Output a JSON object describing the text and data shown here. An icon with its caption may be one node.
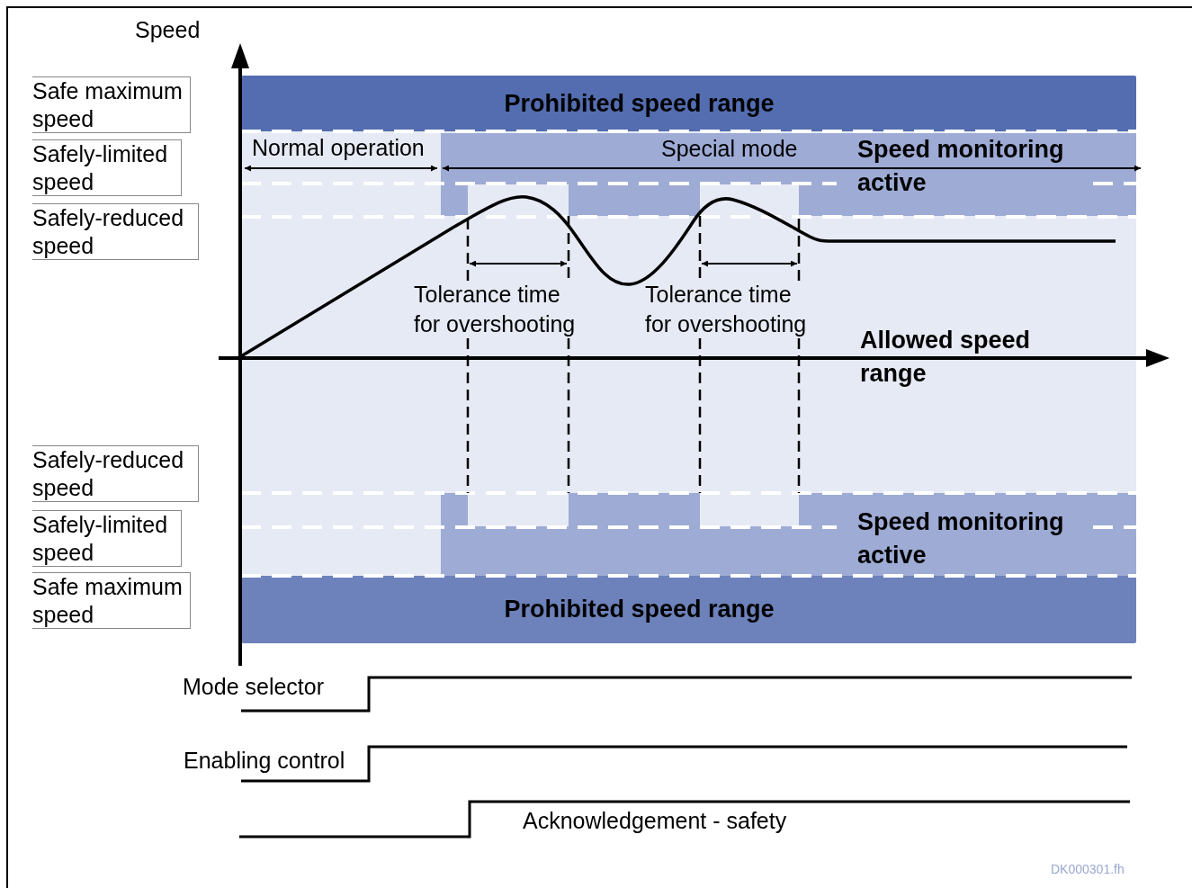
{
  "diagram": {
    "nodes": [
      {
        "text": [
          "Safe maximum speed"
        ]
      },
      {
        "text": [
          "Prohibited speed range"
        ]
      },
      {
        "text": [
          "Safely-limited speed"
        ]
      },
      {
        "text": [
          "Speed monitoring active"
        ]
      },
      {
        "text": [
          "Safely-reduced speed"
        ]
      },
      {
        "text": [
          "Allowed speed range"
        ]
      },
      {
        "text": [
          "Safely-reduced speed"
        ]
      },
      {
        "text": [
          "Safely-limited speed"
        ]
      },
      {
        "text": [
          "Speed monitoring active"
        ]
      },
      {
        "text": [
          "Safe maximum speed"
        ]
      },
      {
        "text": [
          "Prohibited speed range"
        ]
      }
    ],
    "labels": [
      "Speed",
      "Normal operation",
      "Special mode",
      "Tolerance time for overshooting",
      "Tolerance time for overshooting",
      "Mode selector",
      "Enabling control",
      "Acknowledgement - safety",
      "DK000301.fh"
    ]
  }
}
